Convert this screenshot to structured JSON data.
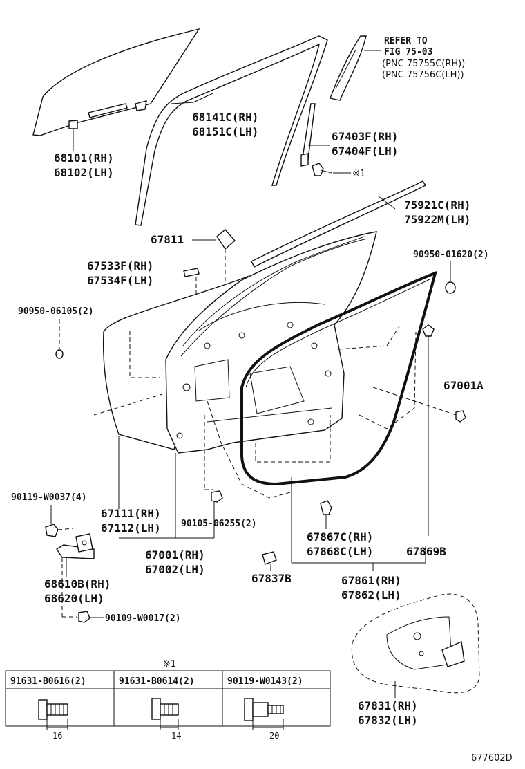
{
  "labels": {
    "refer_1": "REFER TO",
    "refer_2": "FIG 75-03",
    "refer_3": "(PNC 75755C(RH))",
    "refer_4": "(PNC 75756C(LH))",
    "p68101": "68101(RH)",
    "p68102": "68102(LH)",
    "p68141c": "68141C(RH)",
    "p68151c": "68151C(LH)",
    "p67403f": "67403F(RH)",
    "p67404f": "67404F(LH)",
    "note_mark": "※1",
    "p75921c": "75921C(RH)",
    "p75922m": "75922M(LH)",
    "p67811": "67811",
    "p67533f": "67533F(RH)",
    "p67534f": "67534F(LH)",
    "p90950_06105": "90950-06105(2)",
    "p90950_01620": "90950-01620(2)",
    "p67001a": "67001A",
    "p90119_w0037": "90119-W0037(4)",
    "p67111": "67111(RH)",
    "p67112": "67112(LH)",
    "p90105_06255": "90105-06255(2)",
    "p67867c": "67867C(RH)",
    "p67868c": "67868C(LH)",
    "p67869b": "67869B",
    "p67001": "67001(RH)",
    "p67002": "67002(LH)",
    "p68610b": "68610B(RH)",
    "p68620": "68620(LH)",
    "p67837b": "67837B",
    "p67861": "67861(RH)",
    "p67862": "67862(LH)",
    "p90109_w0017": "90109-W0017(2)",
    "p67831": "67831(RH)",
    "p67832": "67832(LH)",
    "drawing_code": "677602D"
  },
  "fastener_table": {
    "note": "※1",
    "columns": [
      {
        "part_no": "91631-B0616(2)",
        "length": "16"
      },
      {
        "part_no": "91631-B0614(2)",
        "length": "14"
      },
      {
        "part_no": "90119-W0143(2)",
        "length": "20"
      }
    ]
  }
}
